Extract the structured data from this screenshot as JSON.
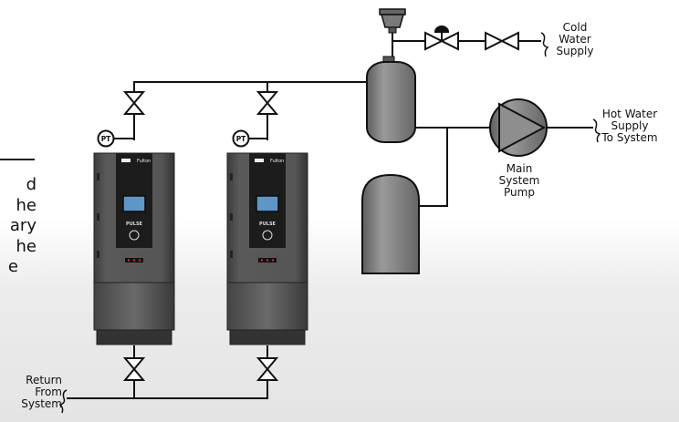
{
  "diagram": {
    "labels": {
      "cold_water": [
        "Cold",
        "Water",
        "Supply"
      ],
      "hot_water": [
        "Hot Water",
        "Supply",
        "To System"
      ],
      "pump": [
        "Main",
        "System",
        "Pump"
      ],
      "return": [
        "Return",
        "From",
        "System"
      ],
      "pt_tag": "PT",
      "brand": "Fulton",
      "model": "PULSE"
    },
    "cut_text": [
      "d",
      "he",
      "ary",
      "he",
      "e"
    ],
    "colors": {
      "pipe": "#111111",
      "boiler_body": "#4a4a4a",
      "boiler_panel": "#1c1c1c",
      "tank_fill": "#7a7a7a",
      "screen": "#5f96c8"
    },
    "icons": [
      "pressure-temperature-gauge",
      "gate-valve",
      "pressure-reducing-valve",
      "expansion-tank",
      "air-separator",
      "pump-symbol",
      "boiler-unit"
    ]
  }
}
